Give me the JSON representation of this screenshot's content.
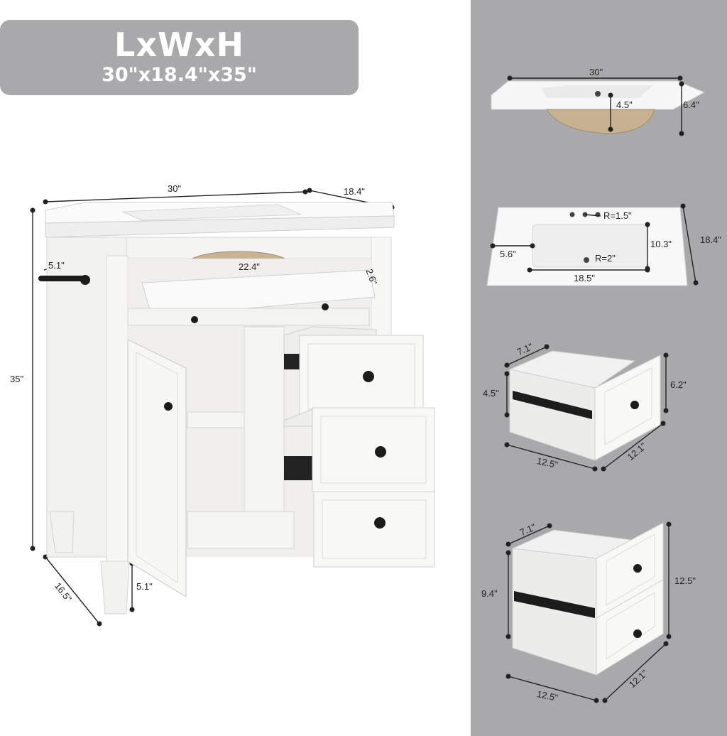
{
  "header": {
    "title": "LxWxH",
    "subtitle": "30\"x18.4\"x35\""
  },
  "main_vanity": {
    "width": "30\"",
    "depth": "18.4\"",
    "height": "35\"",
    "towel_bar": "5.1\"",
    "shelf_width": "22.4\"",
    "tilt_drawer": "2.6\"",
    "base_depth": "16.5\"",
    "leg_height": "5.1\""
  },
  "top_side_view": {
    "width": "30\"",
    "basin_depth": "4.5\"",
    "total_depth": "6.4\""
  },
  "top_plan_view": {
    "faucet_hole": "R=1.5\"",
    "drain_hole": "R=2\"",
    "depth": "18.4\"",
    "basin_front_back": "10.3\"",
    "side_margin": "5.6\"",
    "basin_width": "18.5\""
  },
  "small_drawer": {
    "inner_depth": "7.1\"",
    "inner_height": "4.5\"",
    "front_height": "6.2\"",
    "length": "12.5\"",
    "width": "12.1\""
  },
  "large_drawer": {
    "inner_depth": "7.1\"",
    "inner_height": "9.4\"",
    "front_height": "12.5\"",
    "length": "12.5\"",
    "width": "12.1\""
  },
  "colors": {
    "panel_gray": "#a9a9ab",
    "cabinet_white": "#f7f7f5",
    "hardware_black": "#1c1c1c"
  }
}
